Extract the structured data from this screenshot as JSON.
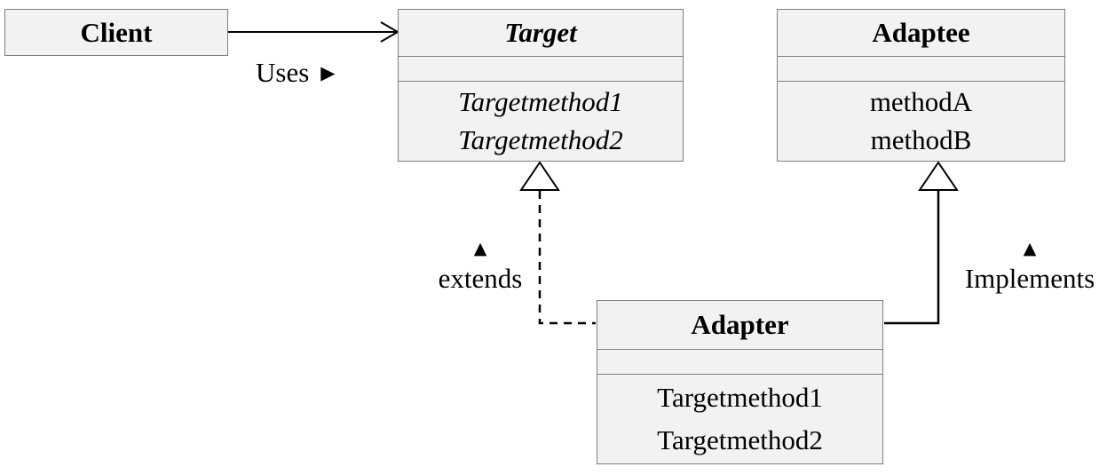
{
  "diagram": {
    "kind": "uml-class-diagram",
    "pattern": "Adapter",
    "colors": {
      "background": "#ffffff",
      "box_fill": "#f2f2f2",
      "box_border": "#7f7f7f",
      "line": "#000000",
      "text": "#000000"
    },
    "classes": {
      "client": {
        "name": "Client",
        "methods": []
      },
      "target": {
        "name": "Target",
        "methods": [
          "Targetmethod1",
          "Targetmethod2"
        ]
      },
      "adaptee": {
        "name": "Adaptee",
        "methods": [
          "methodA",
          "methodB"
        ]
      },
      "adapter": {
        "name": "Adapter",
        "methods": [
          "Targetmethod1",
          "Targetmethod2"
        ]
      }
    },
    "labels": {
      "uses": {
        "text": "Uses",
        "marker": "▶"
      },
      "extends": {
        "text": "extends",
        "marker": "▲"
      },
      "implements": {
        "text": "Implements",
        "marker": "▲"
      }
    }
  }
}
